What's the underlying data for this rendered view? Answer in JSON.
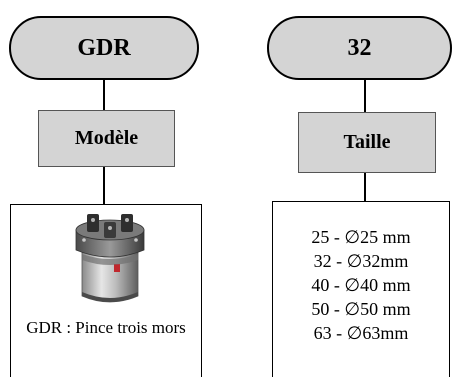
{
  "left_column": {
    "code": "GDR",
    "label": "Modèle",
    "product": {
      "icon": "gripper-product-image",
      "description": "GDR : Pince trois mors"
    }
  },
  "right_column": {
    "code": "32",
    "label": "Taille",
    "sizes": [
      "25 - ∅25 mm",
      "32 - ∅32mm",
      "40 - ∅40 mm",
      "50 - ∅50 mm",
      "63 - ∅63mm"
    ]
  },
  "colors": {
    "box_fill": "#d4d4d4",
    "line": "#000000"
  }
}
